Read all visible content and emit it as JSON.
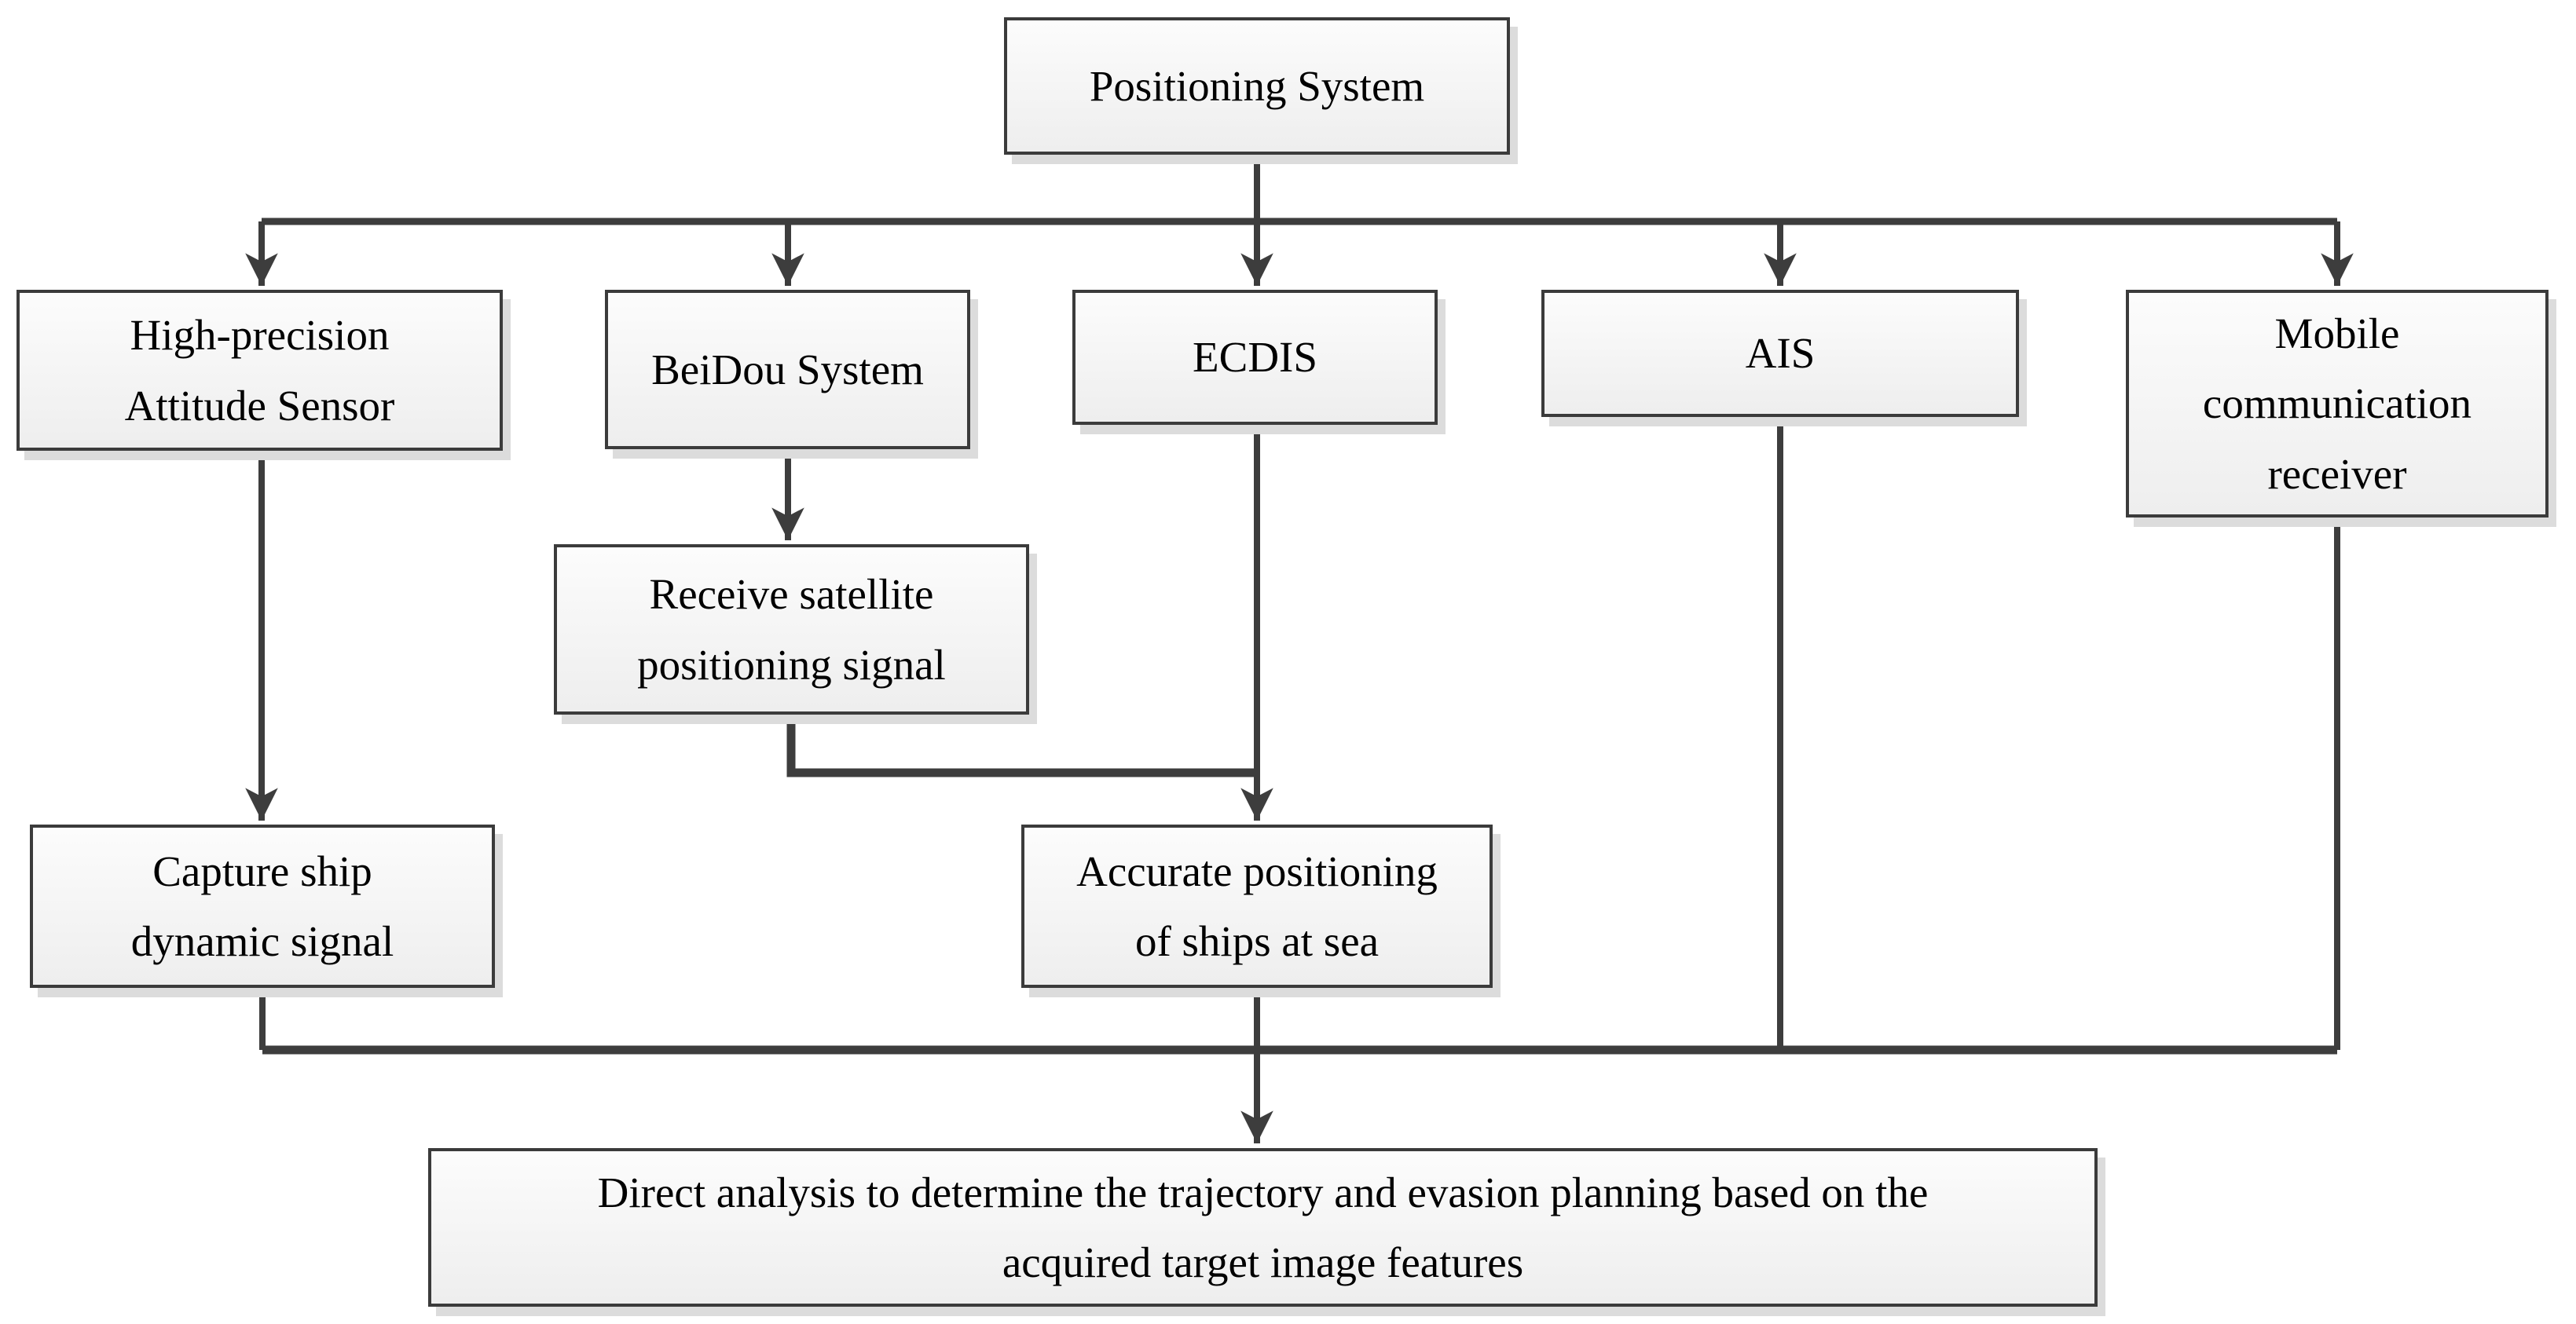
{
  "diagram": {
    "type": "flowchart",
    "root_label": "Positioning System"
  },
  "colors": {
    "connector": "#3d3d3d",
    "box_border": "#3b3b3b",
    "box_fill_top": "#fcfcfc",
    "box_fill_bottom": "#eeeeee",
    "box_shadow": "#dcdcdc",
    "text": "#000000",
    "background": "#ffffff"
  },
  "nodes": {
    "positioning_system": {
      "lines": [
        "Positioning System"
      ]
    },
    "high_precision_attitude_sensor": {
      "lines": [
        "High-precision",
        "Attitude Sensor"
      ]
    },
    "beidou_system": {
      "lines": [
        "BeiDou System"
      ]
    },
    "ecdis": {
      "lines": [
        "ECDIS"
      ]
    },
    "ais": {
      "lines": [
        "AIS"
      ]
    },
    "mobile_communication_receiver": {
      "lines": [
        "Mobile",
        "communication",
        "receiver"
      ]
    },
    "receive_satellite_positioning_signal": {
      "lines": [
        "Receive satellite",
        "positioning signal"
      ]
    },
    "capture_ship_dynamic_signal": {
      "lines": [
        "Capture ship",
        "dynamic signal"
      ]
    },
    "accurate_positioning_of_ships_at_sea": {
      "lines": [
        "Accurate positioning",
        "of ships at sea"
      ]
    },
    "direct_analysis": {
      "lines": [
        "Direct analysis to determine the trajectory and evasion planning based on the",
        "acquired target image features"
      ]
    }
  },
  "edges": [
    "positioning_system -> high_precision_attitude_sensor",
    "positioning_system -> beidou_system",
    "positioning_system -> ecdis",
    "positioning_system -> ais",
    "positioning_system -> mobile_communication_receiver",
    "beidou_system -> receive_satellite_positioning_signal",
    "high_precision_attitude_sensor -> capture_ship_dynamic_signal",
    "receive_satellite_positioning_signal -> accurate_positioning_of_ships_at_sea",
    "ecdis -> accurate_positioning_of_ships_at_sea",
    "capture_ship_dynamic_signal -> direct_analysis",
    "accurate_positioning_of_ships_at_sea -> direct_analysis",
    "ais -> direct_analysis",
    "mobile_communication_receiver -> direct_analysis"
  ]
}
